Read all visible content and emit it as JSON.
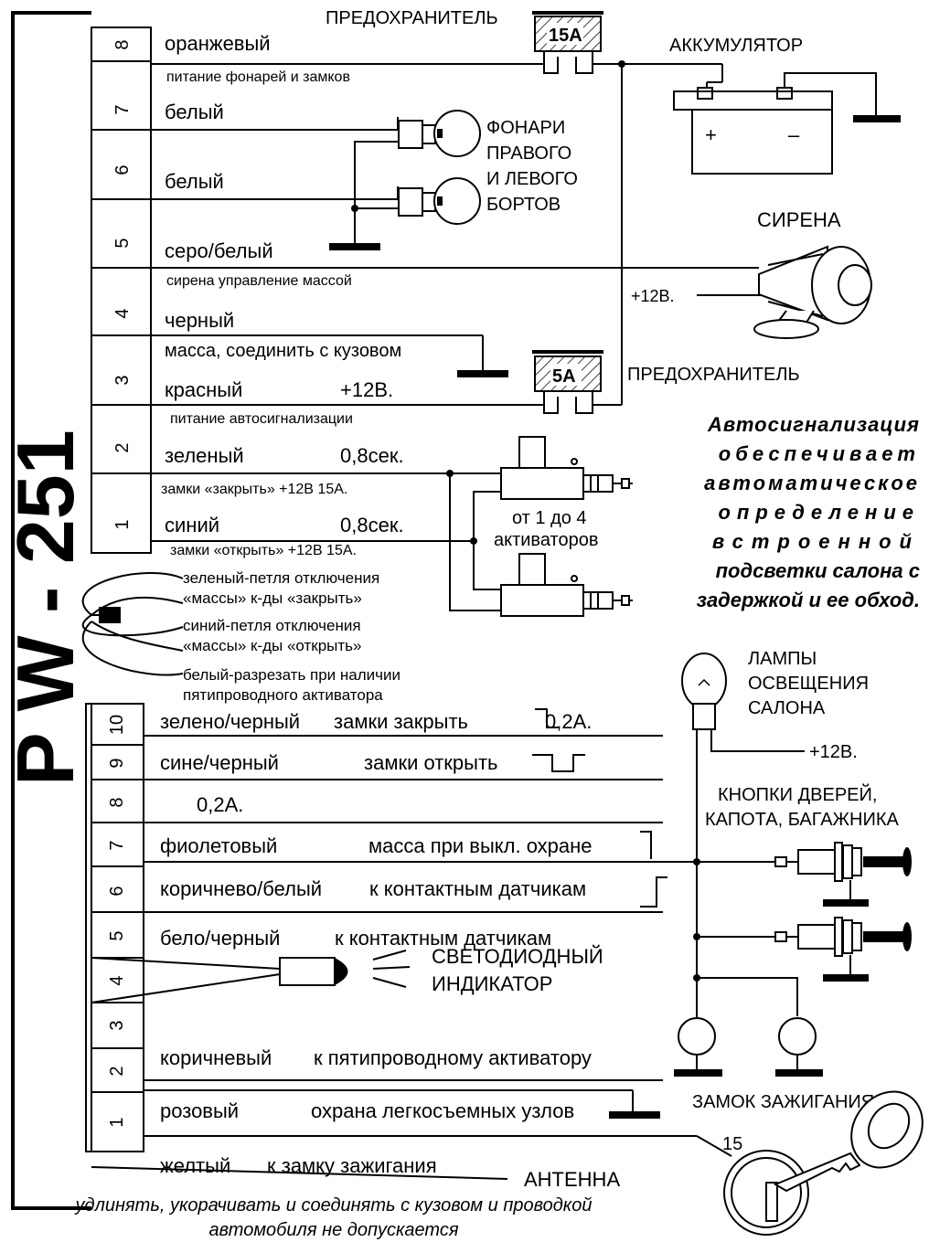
{
  "model": "P W - 251",
  "connector1": {
    "pins": [
      {
        "num": "8",
        "color": "оранжевый",
        "desc": "питание фонарей и замков"
      },
      {
        "num": "7",
        "color": "белый",
        "desc": ""
      },
      {
        "num": "6",
        "color": "белый",
        "desc": ""
      },
      {
        "num": "5",
        "color": "серо/белый",
        "desc": "сирена   управление массой"
      },
      {
        "num": "4",
        "color": "черный",
        "desc": "масса, соединить с кузовом"
      },
      {
        "num": "3",
        "color": "красный",
        "value": "+12В.",
        "desc": "питание автосигнализации"
      },
      {
        "num": "2",
        "color": "зеленый",
        "value": "0,8сек.",
        "desc": "замки «закрыть» +12В 15А."
      },
      {
        "num": "1",
        "color": "синий",
        "value": "0,8сек.",
        "desc": "замки «открыть» +12В 15А."
      }
    ]
  },
  "loops": [
    {
      "line1": "зеленый-петля отключения",
      "line2": "«массы» к-ды «закрыть»"
    },
    {
      "line1": "синий-петля отключения",
      "line2": "«массы» к-ды «открыть»"
    },
    {
      "line1": "белый-разрезать при наличии",
      "line2": "пятипроводного активатора"
    }
  ],
  "connector2": {
    "pins": [
      {
        "num": "10",
        "color": "зелено/черный",
        "desc": "замки закрыть",
        "value": "0,2А."
      },
      {
        "num": "9",
        "color": "сине/черный",
        "desc": "замки открыть"
      },
      {
        "num": "8",
        "color": "",
        "desc": "0,2А."
      },
      {
        "num": "7",
        "color": "фиолетовый",
        "desc": "масса при выкл. охране"
      },
      {
        "num": "6",
        "color": "коричнево/белый",
        "desc": "к контактным датчикам"
      },
      {
        "num": "5",
        "color": "бело/черный",
        "desc": "к контактным датчикам"
      },
      {
        "num": "4",
        "color": "",
        "desc": ""
      },
      {
        "num": "3",
        "color": "",
        "desc": ""
      },
      {
        "num": "2",
        "color": "коричневый",
        "desc": "к пятипроводному активатору"
      },
      {
        "num": "1",
        "color": "розовый",
        "desc": "охрана легкосъемных узлов"
      }
    ]
  },
  "yellow_wire": {
    "color": "желтый",
    "desc": "к замку зажигания"
  },
  "antenna": "АНТЕННА",
  "fuse_top": {
    "label": "ПРЕДОХРАНИТЕЛЬ",
    "rating": "15А"
  },
  "fuse_mid": {
    "label": "ПРЕДОХРАНИТЕЛЬ",
    "rating": "5А"
  },
  "battery": {
    "label": "АККУМУЛЯТОР",
    "plus": "+",
    "minus": "–"
  },
  "lamps": {
    "l1": "ФОНАРИ",
    "l2": "ПРАВОГО",
    "l3": "И  ЛЕВОГО",
    "l4": "БОРТОВ"
  },
  "siren": {
    "label": "СИРЕНА",
    "plus": "+12В."
  },
  "actuators": {
    "l1": "от 1 до 4",
    "l2": "активаторов"
  },
  "feature": {
    "l1": "Автосигнализация",
    "l2": "обеспечивает",
    "l3": "автоматическое",
    "l4": "определение",
    "l5": "встроенной",
    "l6": "подсветки салона с",
    "l7": "задержкой и ее обход."
  },
  "cabin_lamps": {
    "l1": "ЛАМПЫ",
    "l2": "ОСВЕЩЕНИЯ",
    "l3": "САЛОНА",
    "plus": "+12В."
  },
  "door_buttons": {
    "l1": "КНОПКИ  ДВЕРЕЙ,",
    "l2": "КАПОТА, БАГАЖНИКА"
  },
  "led": {
    "l1": "СВЕТОДИОДНЫЙ",
    "l2": "ИНДИКАТОР"
  },
  "ignition": {
    "label": "ЗАМОК ЗАЖИГАНИЯ",
    "pin": "15"
  },
  "footer": {
    "l1": "удлинять, укорачивать и соединять с кузовом и проводкой",
    "l2": "автомобиля не допускается"
  }
}
